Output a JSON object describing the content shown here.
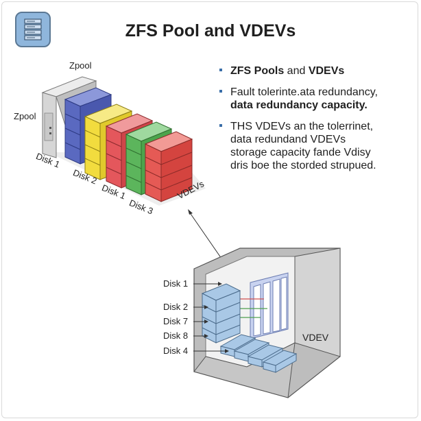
{
  "title": "ZFS Pool and VDEVs",
  "header_icon": "server-rack-icon",
  "pool_diagram": {
    "zpool_top_label": "Zpool",
    "zpool_side_label": "Zpool",
    "disk_labels": [
      "Disk 1",
      "Disk 2",
      "Disk 1",
      "Disk 3"
    ],
    "vdevs_label": "VDEVs",
    "colors": {
      "server": "#d9d9d9",
      "blue": "#5a69c0",
      "yellow": "#f2dc3e",
      "red": "#e4575c",
      "green": "#5cb55c",
      "red2": "#e55a55"
    }
  },
  "bullets": [
    {
      "lines": [
        {
          "text": "ZFS Pools",
          "bold": false
        },
        {
          "text": " and ",
          "bold": false
        },
        {
          "text": "VDEVs",
          "bold": false
        }
      ]
    },
    {
      "lines": [
        {
          "text": "Fault tolerinte.ata redundancy,",
          "bold": false
        },
        {
          "text": "data redundancy capacity.",
          "bold": true
        }
      ]
    },
    {
      "lines": [
        {
          "text": "THS VDEVs an the tolerrinet,",
          "bold": false
        },
        {
          "text": "data redundand VDEVs",
          "bold": false
        },
        {
          "text": "storage capacity fande Vdisy",
          "bold": false
        },
        {
          "text": "dris boe the storded strupued.",
          "bold": false
        }
      ]
    }
  ],
  "vdev_diagram": {
    "disk_labels": [
      "Disk 1",
      "Disk 2",
      "Disk 7",
      "Disk 8",
      "Disk 4"
    ],
    "box_label": "VDEV",
    "colors": {
      "box": "#d3d3d3",
      "disk": "#a9c8e6",
      "panel": "#c9d3f0"
    }
  }
}
